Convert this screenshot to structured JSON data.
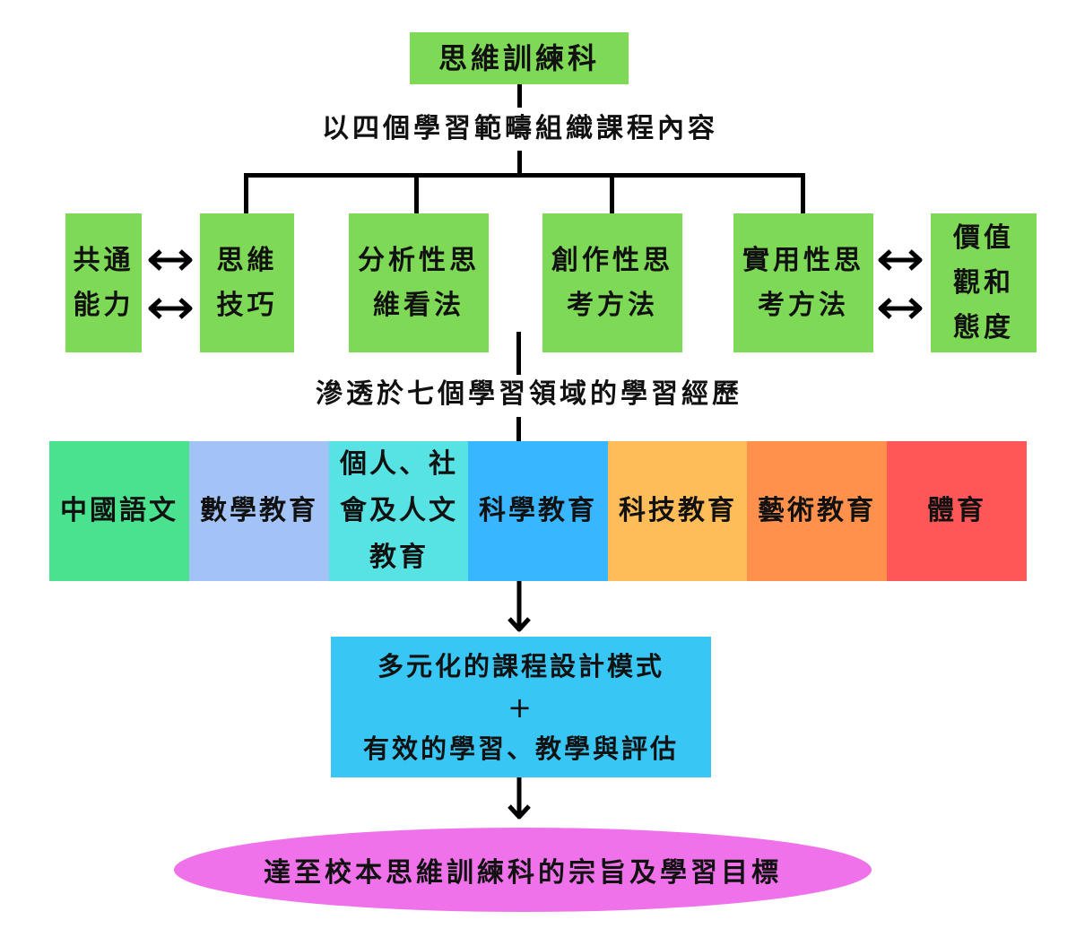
{
  "title": "思維訓練科",
  "caption_top": "以四個學習範疇組織課程內容",
  "side_left": "共通\n能力",
  "side_right": "價值\n觀和\n態度",
  "domains": [
    {
      "label": "思維\n技巧"
    },
    {
      "label": "分析性思\n維看法"
    },
    {
      "label": "創作性思\n考方法"
    },
    {
      "label": "實用性思\n考方法"
    }
  ],
  "caption_middle": "滲透於七個學習領域的學習經歷",
  "subjects": [
    {
      "label": "中國語文",
      "color": "#4ae28f"
    },
    {
      "label": "數學教育",
      "color": "#a3c3f6"
    },
    {
      "label": "個人、社\n會及人文\n教育",
      "color": "#57e3e3"
    },
    {
      "label": "科學教育",
      "color": "#38b6ff"
    },
    {
      "label": "科技教育",
      "color": "#ffbd59"
    },
    {
      "label": "藝術教育",
      "color": "#ff914d"
    },
    {
      "label": "體育",
      "color": "#ff5757"
    }
  ],
  "design_box": {
    "line1": "多元化的課程設計模式",
    "plus": "+",
    "line2": "有效的學習、教學與評估",
    "color": "#38c6f4"
  },
  "goal": {
    "label": "達至校本思維訓練科的宗旨及學習目標",
    "color": "#f072ea"
  },
  "colors": {
    "green": "#7ed957"
  }
}
